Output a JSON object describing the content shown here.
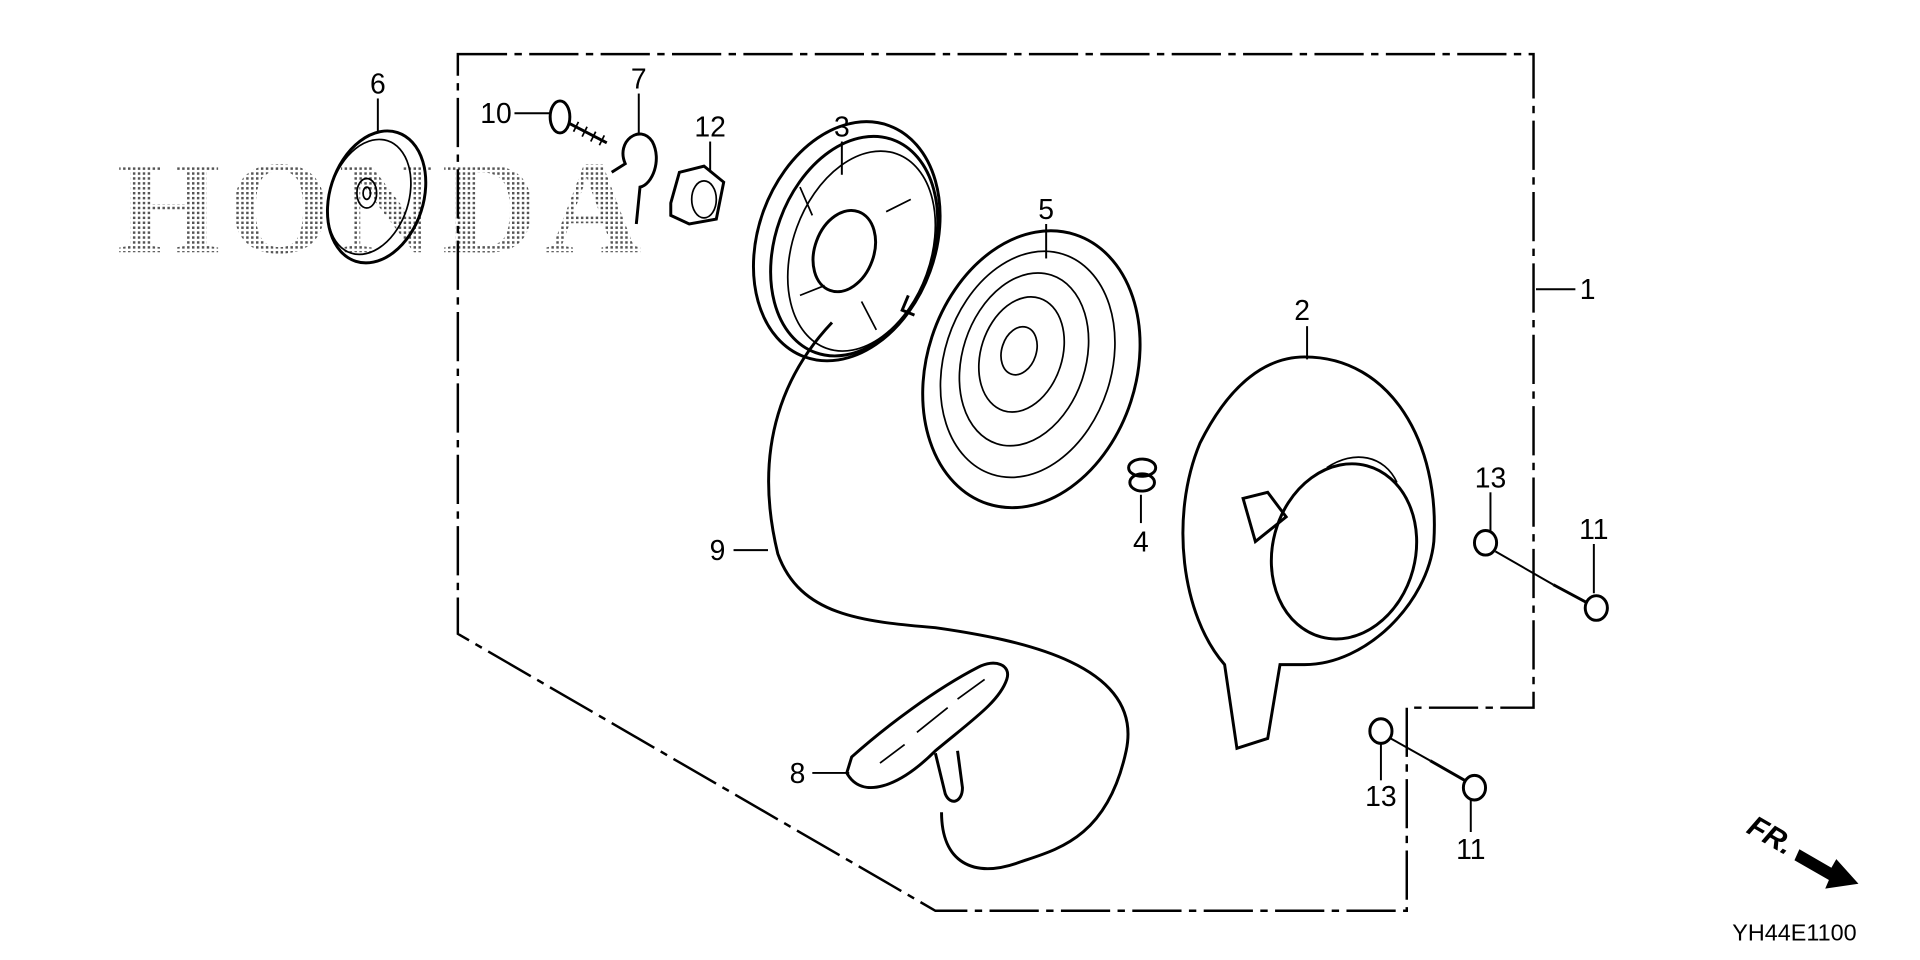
{
  "watermark": "HONDA",
  "callouts": {
    "p1": "1",
    "p2": "2",
    "p3": "3",
    "p4": "4",
    "p5": "5",
    "p6": "6",
    "p7": "7",
    "p8": "8",
    "p9": "9",
    "p10": "10",
    "p11a": "11",
    "p11b": "11",
    "p12": "12",
    "p13a": "13",
    "p13b": "13"
  },
  "front_indicator": "FR.",
  "diagram_code": "YH44E1100"
}
